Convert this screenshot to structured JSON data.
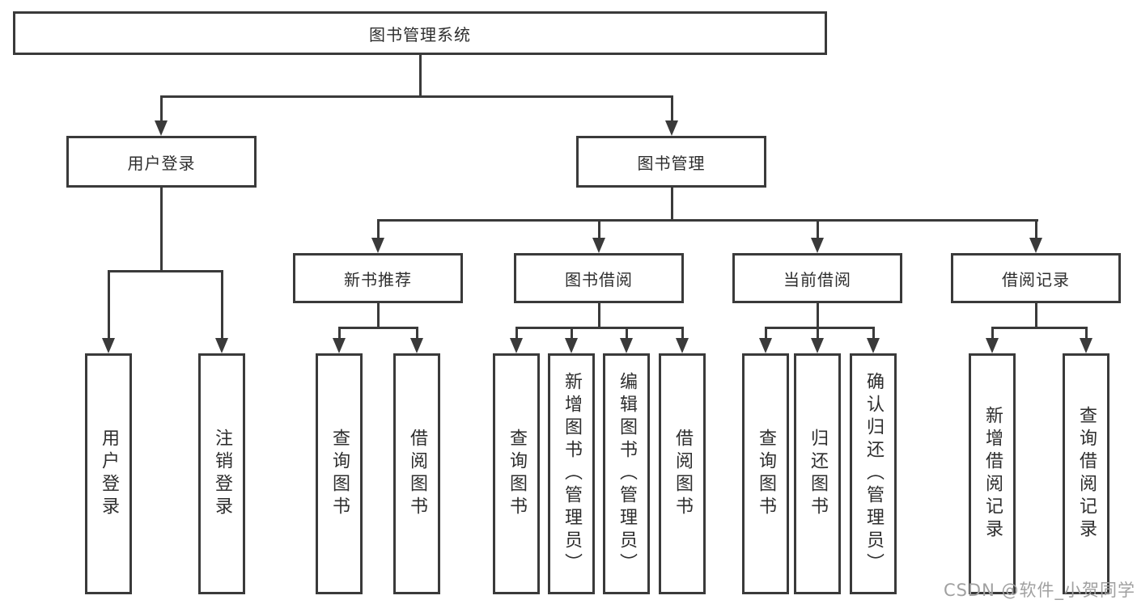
{
  "tree": {
    "root": {
      "label": "图书管理系统"
    },
    "branches": [
      {
        "label": "用户登录",
        "children": [
          {
            "label": "用户登录"
          },
          {
            "label": "注销登录"
          }
        ]
      },
      {
        "label": "图书管理",
        "children": [
          {
            "label": "新书推荐",
            "children": [
              {
                "label": "查询图书"
              },
              {
                "label": "借阅图书"
              }
            ]
          },
          {
            "label": "图书借阅",
            "children": [
              {
                "label": "查询图书"
              },
              {
                "label": "新增图书（管理员）"
              },
              {
                "label": "编辑图书（管理员）"
              },
              {
                "label": "借阅图书"
              }
            ]
          },
          {
            "label": "当前借阅",
            "children": [
              {
                "label": "查询图书"
              },
              {
                "label": "归还图书"
              },
              {
                "label": "确认归还（管理员）"
              }
            ]
          },
          {
            "label": "借阅记录",
            "children": [
              {
                "label": "新增借阅记录"
              },
              {
                "label": "查询借阅记录"
              }
            ]
          }
        ]
      }
    ]
  },
  "watermark": {
    "text": "CSDN @软件_小贺同学"
  },
  "colors": {
    "line": "#3a3a3a",
    "box_border": "#3a3a3a",
    "text": "#2e2e2e",
    "watermark": "#a0a0a0",
    "background": "#ffffff"
  }
}
